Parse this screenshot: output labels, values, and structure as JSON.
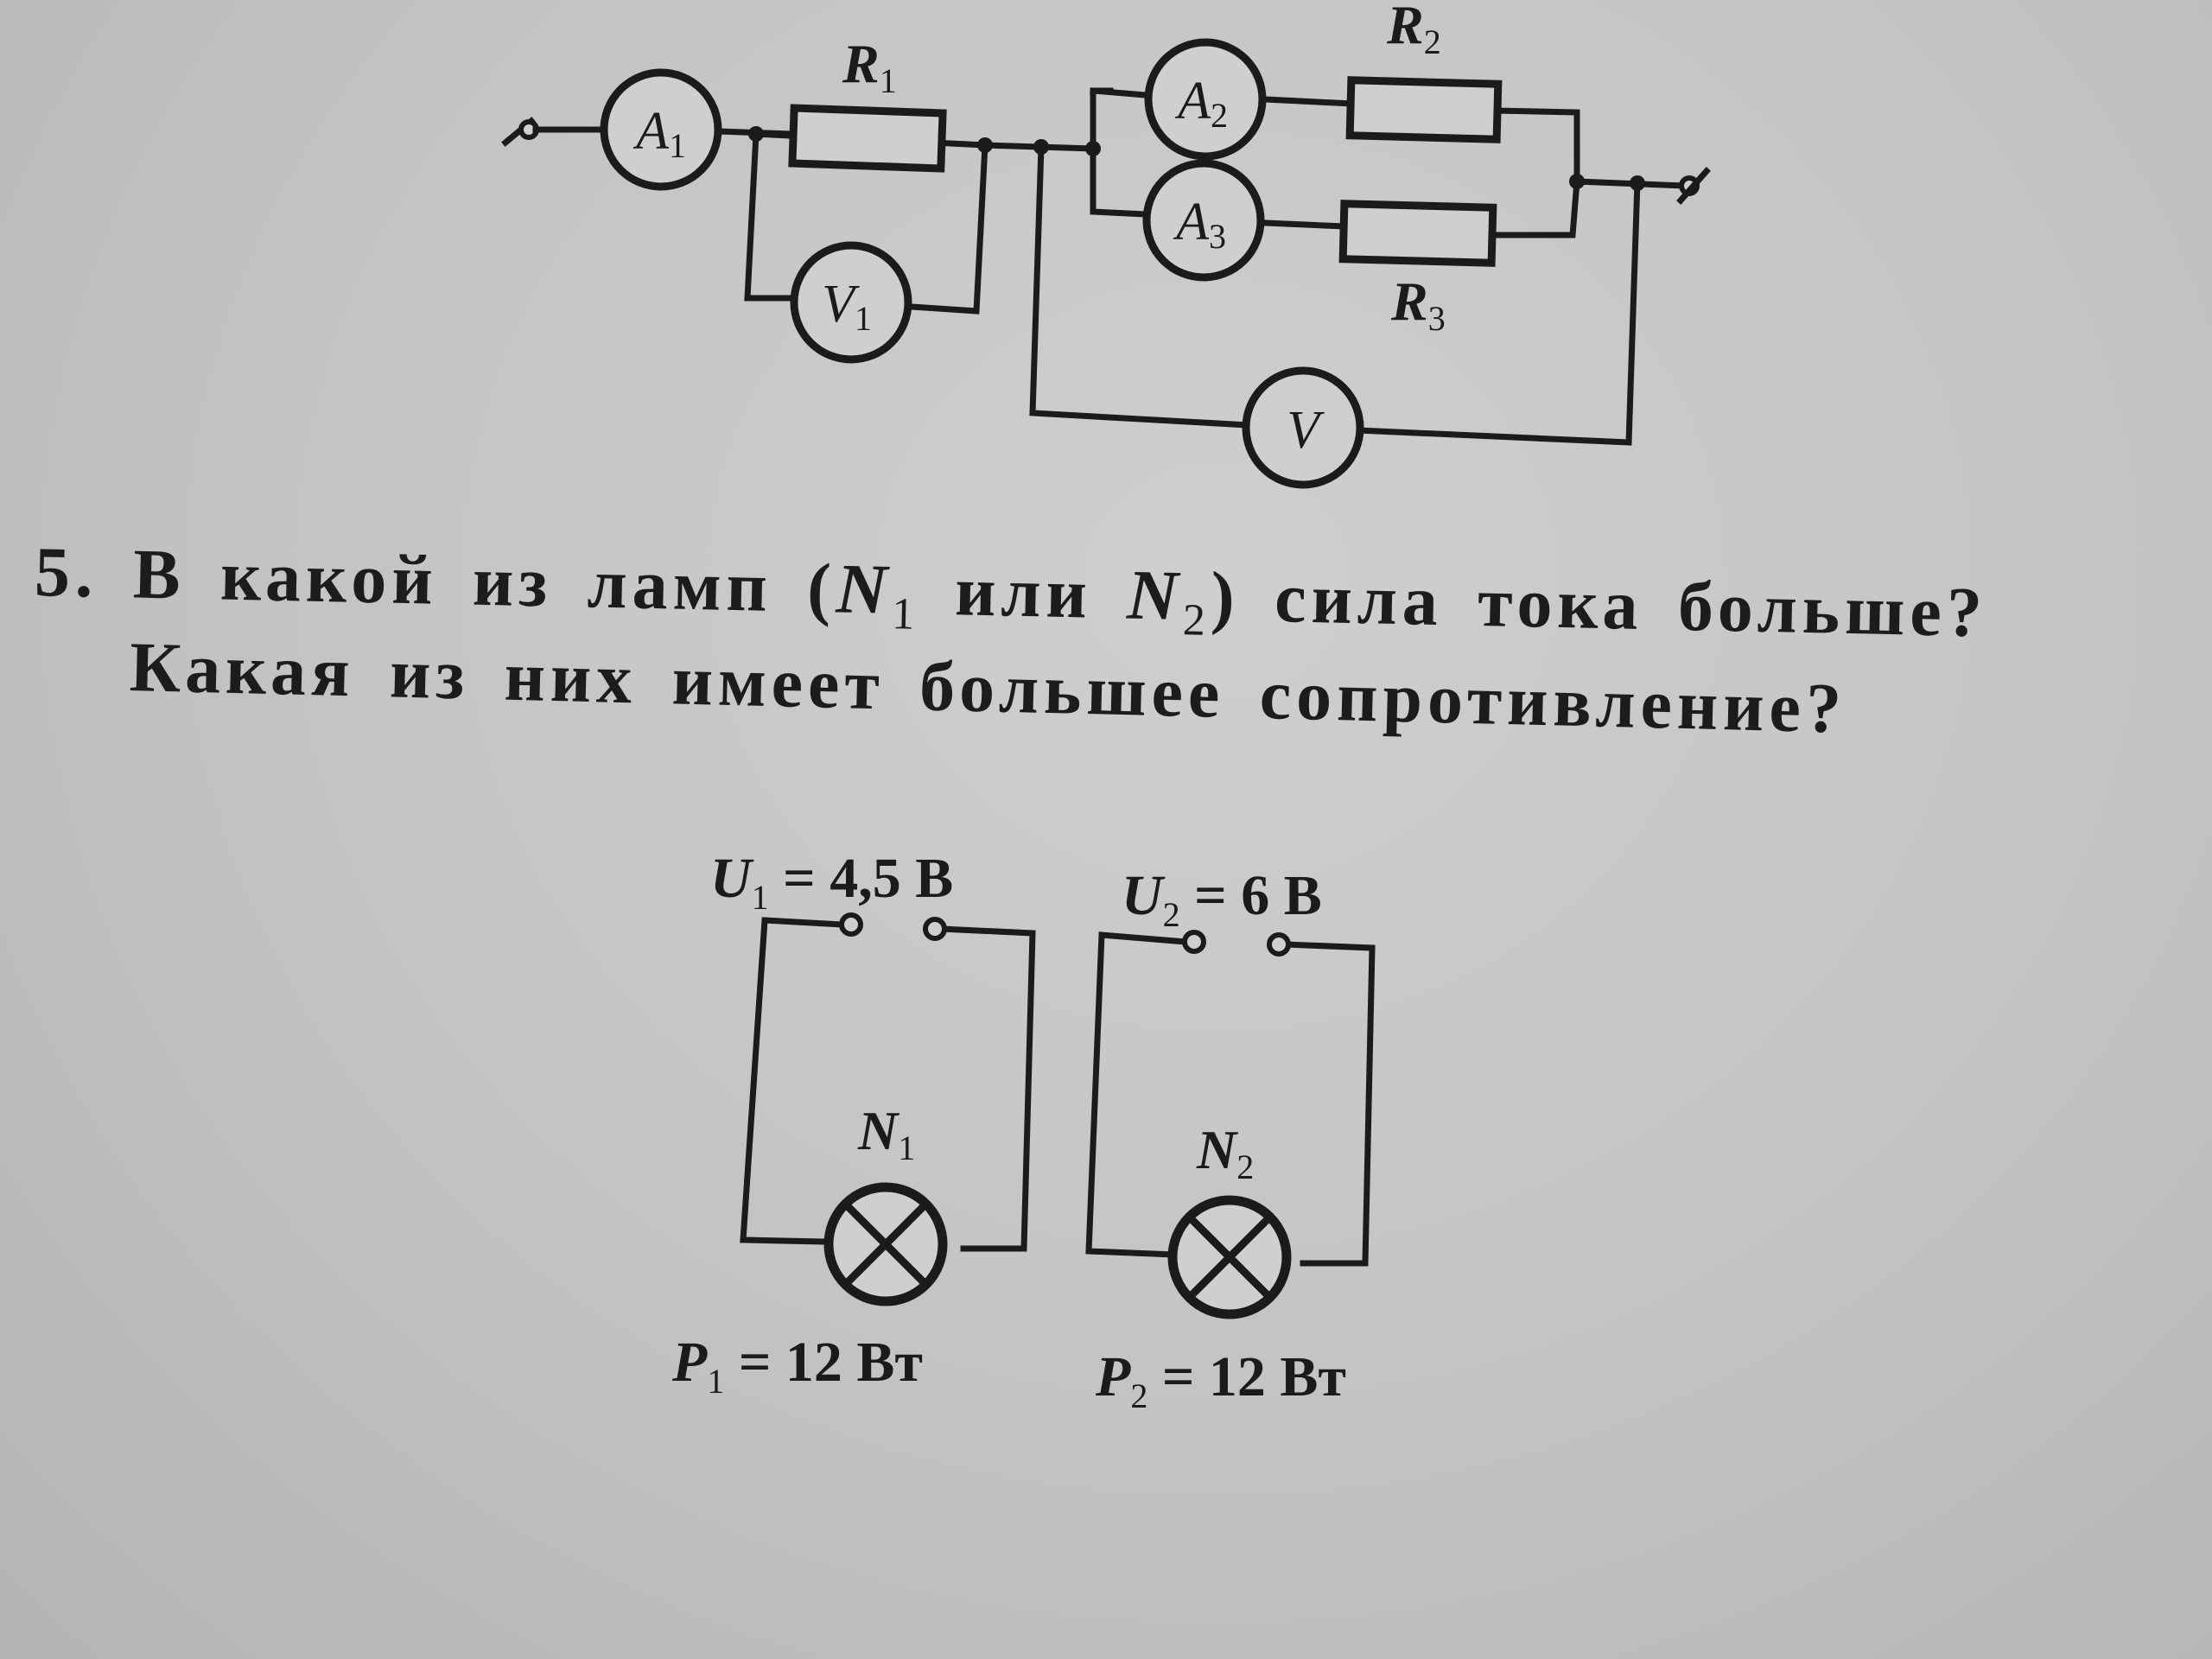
{
  "circuit1": {
    "ammeters": [
      {
        "symbol": "A",
        "index": "1"
      },
      {
        "symbol": "A",
        "index": "2"
      },
      {
        "symbol": "A",
        "index": "3"
      }
    ],
    "voltmeters": [
      {
        "symbol": "V",
        "index": "1"
      },
      {
        "symbol": "V",
        "index": ""
      }
    ],
    "resistors": [
      {
        "symbol": "R",
        "index": "1"
      },
      {
        "symbol": "R",
        "index": "2"
      },
      {
        "symbol": "R",
        "index": "3"
      }
    ]
  },
  "problem": {
    "number": "5.",
    "line1_a": "В какой из ламп (",
    "n1_symbol": "N",
    "n1_index": "1",
    "or_word": " или ",
    "n2_symbol": "N",
    "n2_index": "2",
    "line1_b": ") сила тока больше?",
    "line2": "Какая из них имеет большее сопротивление?"
  },
  "circuit2": {
    "lamp1": {
      "voltage_symbol": "U",
      "voltage_index": "1",
      "voltage_value": " = 4,5 В",
      "name_symbol": "N",
      "name_index": "1",
      "power_symbol": "P",
      "power_index": "1",
      "power_value": " = 12 Вт"
    },
    "lamp2": {
      "voltage_symbol": "U",
      "voltage_index": "2",
      "voltage_value": " = 6 В",
      "name_symbol": "N",
      "name_index": "2",
      "power_symbol": "P",
      "power_index": "2",
      "power_value": " = 12 Вт"
    }
  }
}
